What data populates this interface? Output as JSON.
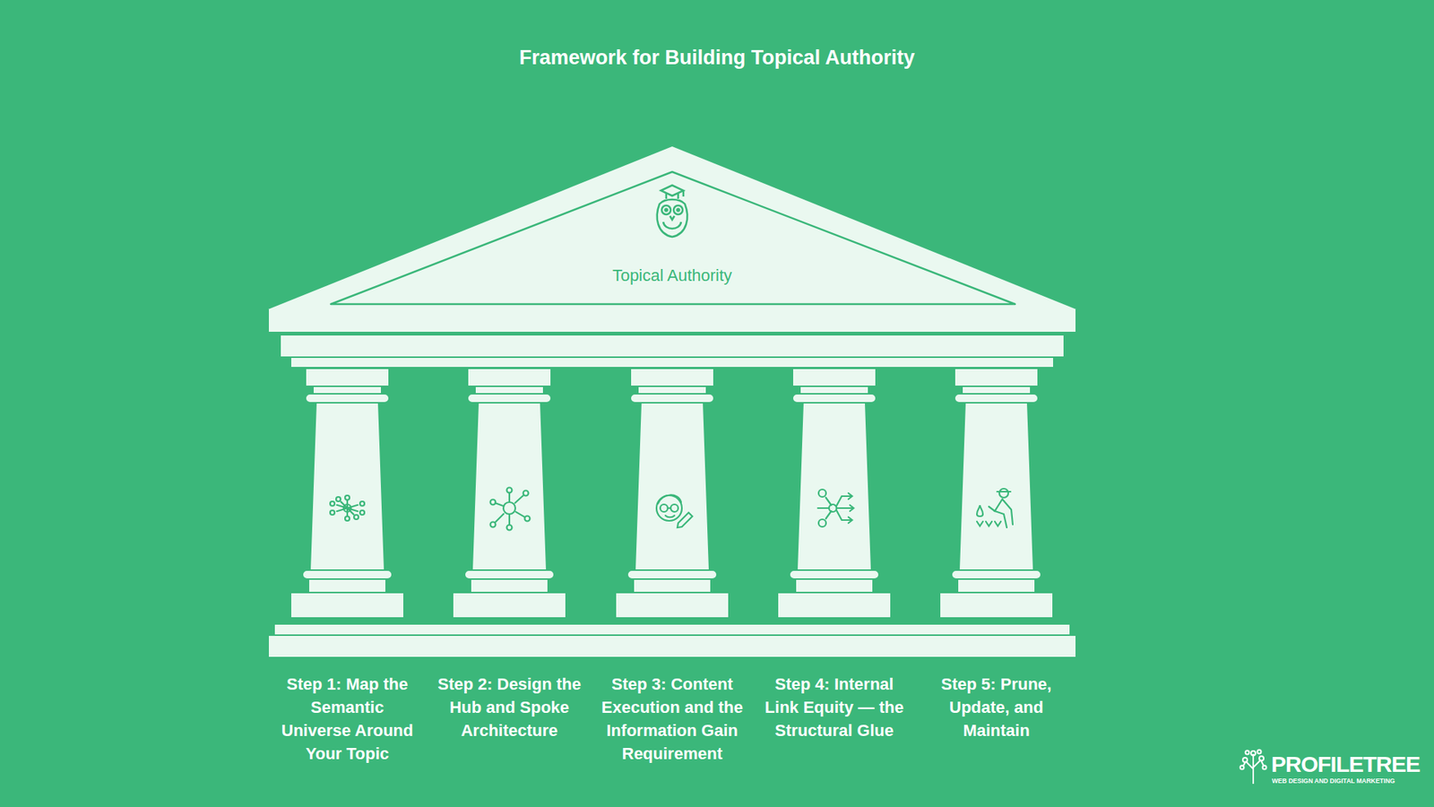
{
  "diagram": {
    "title": "Framework for Building Topical Authority",
    "nodes": [
      {
        "text": [
          "Topical Authority"
        ]
      },
      {
        "text": [
          "Step 1: Map the Semantic Universe Around Your Topic"
        ]
      },
      {
        "text": [
          "Step 2: Design the Hub and Spoke Architecture"
        ]
      },
      {
        "text": [
          "Step 3: Content Execution and the Information Gain Requirement"
        ]
      },
      {
        "text": [
          "Step 4: Internal Link Equity — the Structural Glue"
        ]
      },
      {
        "text": [
          "Step 5: Prune, Update, and Maintain"
        ]
      }
    ],
    "labels": [
      "PROFILETREE",
      "WEB DESIGN AND DIGITAL MARKETING"
    ]
  }
}
